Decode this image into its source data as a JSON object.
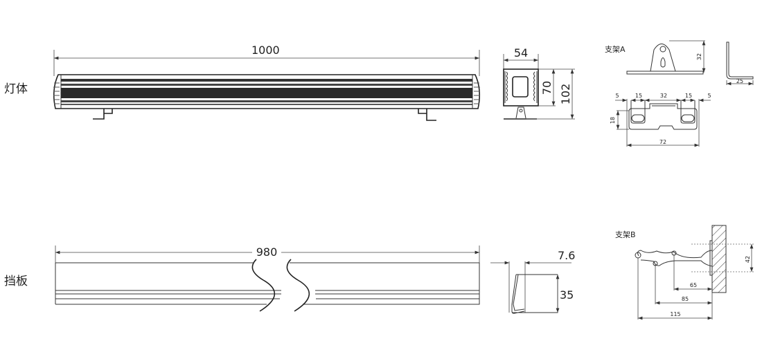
{
  "labels": {
    "lamp_body": "灯体",
    "baffle": "挡板",
    "bracket_a": "支架A",
    "bracket_b": "支架B"
  },
  "lamp_body": {
    "length": "1000",
    "end_width": "54",
    "body_height": "70",
    "total_height": "102"
  },
  "bracket_a": {
    "tab_height": "32",
    "side_depth": "25",
    "top_dims": [
      "5",
      "15",
      "32",
      "15",
      "5"
    ],
    "width_dim": "18",
    "total_length": "72"
  },
  "baffle": {
    "length": "980",
    "thickness": "7.6",
    "height": "35"
  },
  "bracket_b": {
    "hole_spacing": "42",
    "dims": [
      "65",
      "85",
      "115"
    ]
  }
}
